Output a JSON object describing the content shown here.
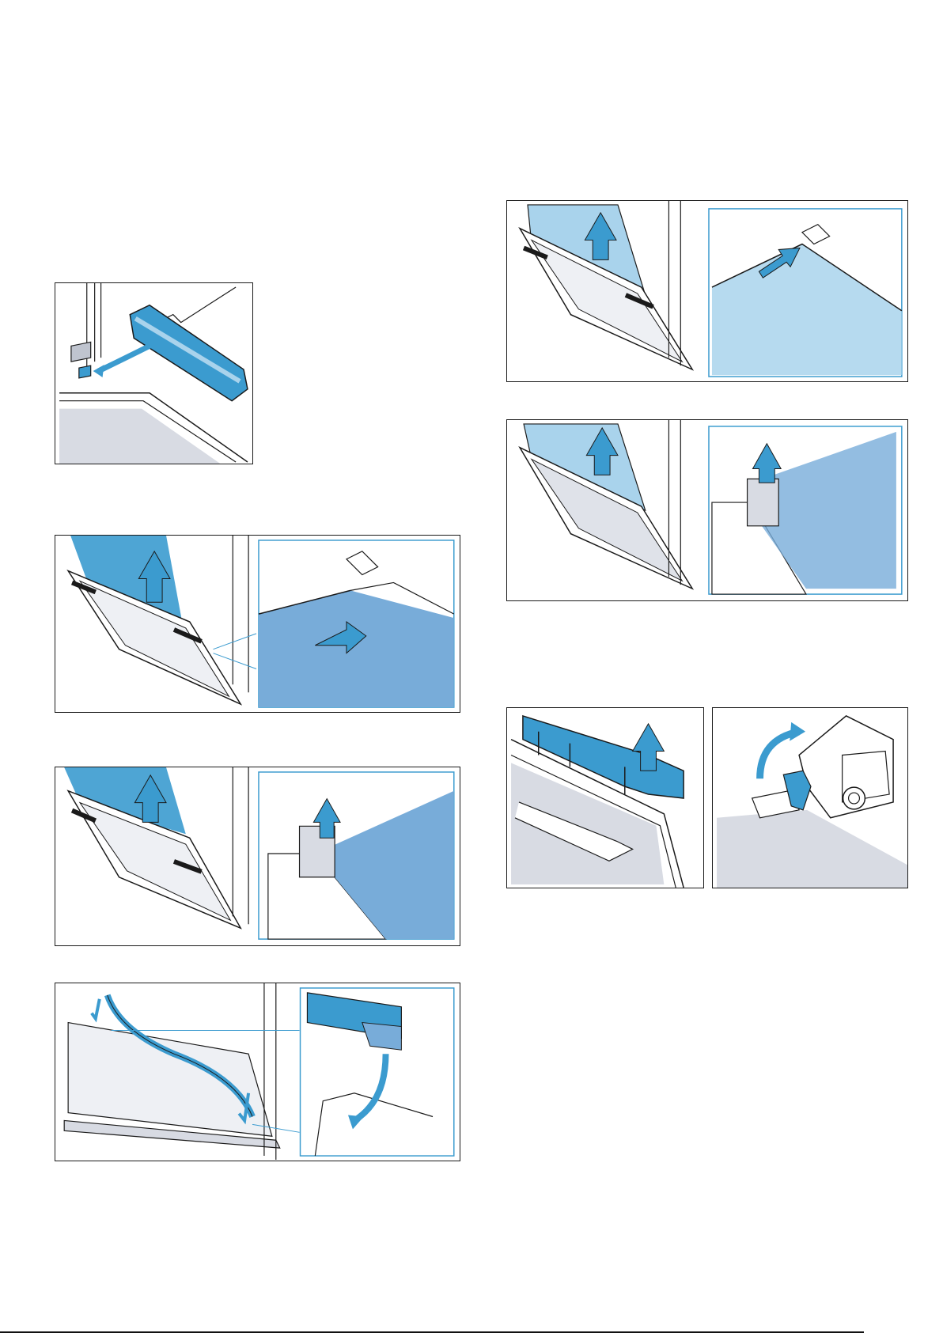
{
  "page": {
    "footer": {
      "page_number": ""
    }
  },
  "colors": {
    "accent_blue": "#3b9bcf",
    "light_blue": "#a9d3ec",
    "panel_blue": "#78acd9",
    "line": "#1a1a1a",
    "grey_fill": "#d8dbe3"
  },
  "figures": [
    {
      "name": "fig-remove-cover-strip",
      "icon": "cover-strip-clip"
    },
    {
      "name": "fig-insert-inner-pane",
      "icon": "glass-pane-push-down"
    },
    {
      "name": "fig-seat-inner-pane",
      "icon": "glass-pane-holder"
    },
    {
      "name": "fig-attach-door-seal",
      "icon": "door-seal-strip"
    },
    {
      "name": "fig-insert-outer-pane",
      "icon": "glass-pane-slide-in"
    },
    {
      "name": "fig-press-outer-pane",
      "icon": "glass-pane-press"
    },
    {
      "name": "fig-fit-door-cover",
      "icon": "door-cover-clip"
    },
    {
      "name": "fig-close-hinge-lever",
      "icon": "hinge-lever-rotate"
    }
  ]
}
